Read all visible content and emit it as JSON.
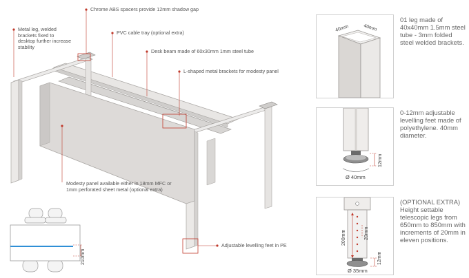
{
  "callouts": {
    "spacers": "Chrome ABS spacers provide 12mm shadow gap",
    "metal_leg": "Metal leg, welded brackets fixed to desktop further increase stability",
    "cable_tray": "PVC cable tray (optional extra)",
    "desk_beam": "Desk beam made of 60x30mm 1mm steel tube",
    "brackets": "L-shaped metal brackets for modesty panel",
    "modesty_panel": "Modesty panel available either in 18mm MFC or 1mm perforated sheet metal (optional extra)",
    "levelling_feet": "Adjustable levelling feet in PE"
  },
  "plan_view": {
    "dimension": "210mm"
  },
  "details": [
    {
      "text": "01 leg made of 40x40mm 1.5mm steel tube - 3mm folded steel welded brackets.",
      "dims": [
        "40mm",
        "40mm"
      ]
    },
    {
      "text": "0-12mm adjustable levelling feet made of polyethylene. 40mm diameter.",
      "dims": [
        "12mm",
        "Ø 40mm"
      ]
    },
    {
      "text": "(OPTIONAL EXTRA) Height settable telescopic legs from 650mm to 850mm with increments of 20mm in eleven positions.",
      "dims": [
        "200mm",
        "20mm",
        "12mm",
        "Ø 35mm"
      ]
    }
  ],
  "colors": {
    "leader": "#c0392b",
    "steel": "#e9e6e3",
    "panel": "#dcdad8",
    "accent": "#2f8fd6"
  }
}
